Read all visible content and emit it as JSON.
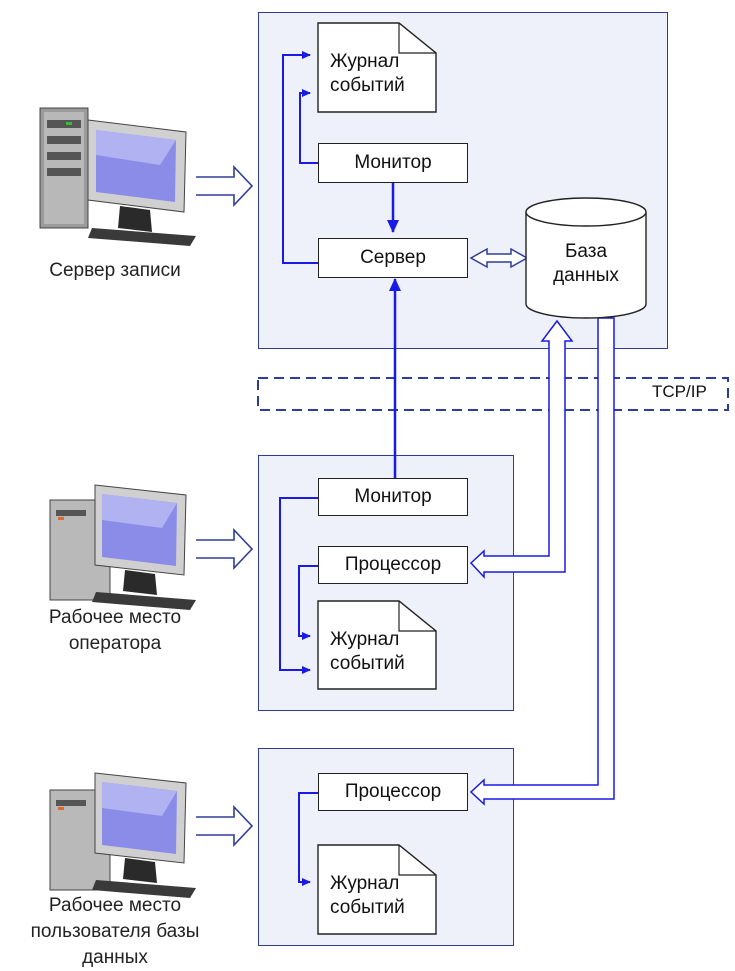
{
  "colors": {
    "panel_fill": "#eef0fa",
    "panel_border": "#2f3d9a",
    "link_blue": "#1a1ae6",
    "network_dashed": "#2f3d9a"
  },
  "computers": [
    {
      "label": "Сервер записи",
      "icon": "server-computer-icon"
    },
    {
      "label": "Рабочее место оператора",
      "icon": "workstation-computer-icon"
    },
    {
      "label": "Рабочее место пользователя базы данных",
      "icon": "workstation-computer-icon"
    }
  ],
  "server_panel": {
    "journal": [
      "Журнал",
      "событий"
    ],
    "monitor": "Монитор",
    "server": "Сервер",
    "database": [
      "База",
      "данных"
    ]
  },
  "network": {
    "label": "TCP/IP"
  },
  "operator_panel": {
    "monitor": "Монитор",
    "processor": "Процессор",
    "journal": [
      "Журнал",
      "событий"
    ]
  },
  "dbuser_panel": {
    "processor": "Процессор",
    "journal": [
      "Журнал",
      "событий"
    ]
  }
}
